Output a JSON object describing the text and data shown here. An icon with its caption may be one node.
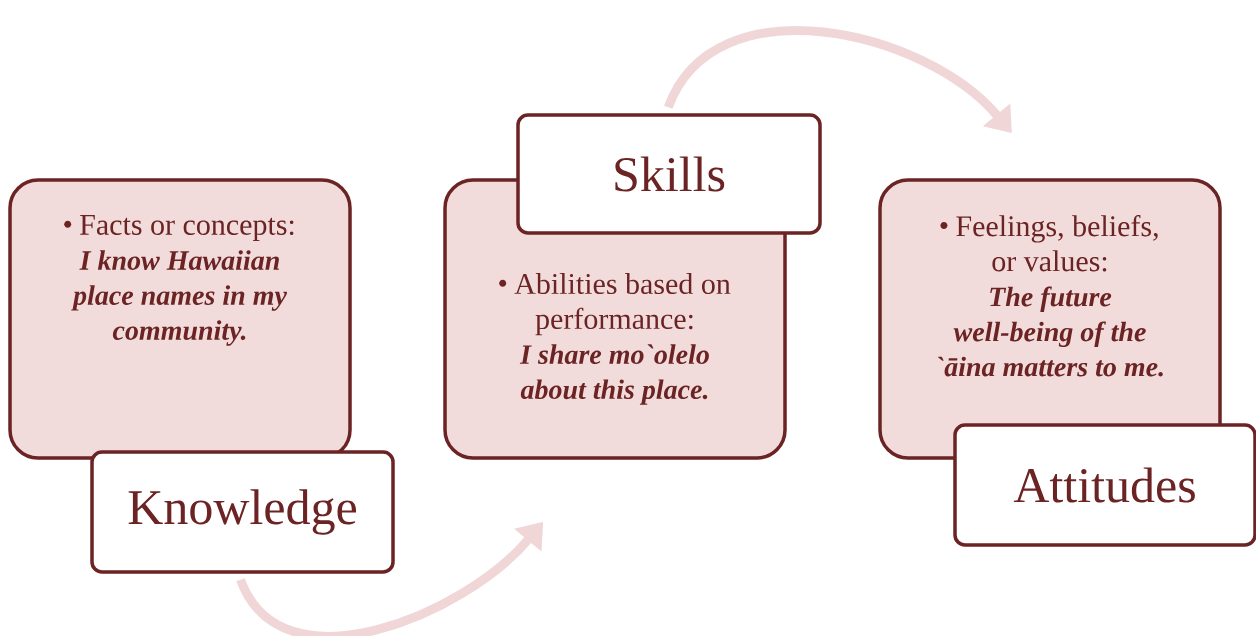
{
  "diagram": {
    "nodes": [
      {
        "text": [
          "Facts or concepts:",
          "I know Hawaiian place names in my community."
        ]
      },
      {
        "text": [
          "Knowledge"
        ]
      },
      {
        "text": [
          "Skills"
        ]
      },
      {
        "text": [
          "Abilities based on performance:",
          "I share mo`olelo about this place."
        ]
      },
      {
        "text": [
          "Feelings, beliefs, or values:",
          "The future well-being of the `āina matters to me."
        ]
      },
      {
        "text": [
          "Attitudes"
        ]
      }
    ],
    "edges": [
      {
        "from": 1,
        "to": 3,
        "arrow": "to"
      },
      {
        "from": 2,
        "to": 4,
        "arrow": "to"
      }
    ]
  }
}
